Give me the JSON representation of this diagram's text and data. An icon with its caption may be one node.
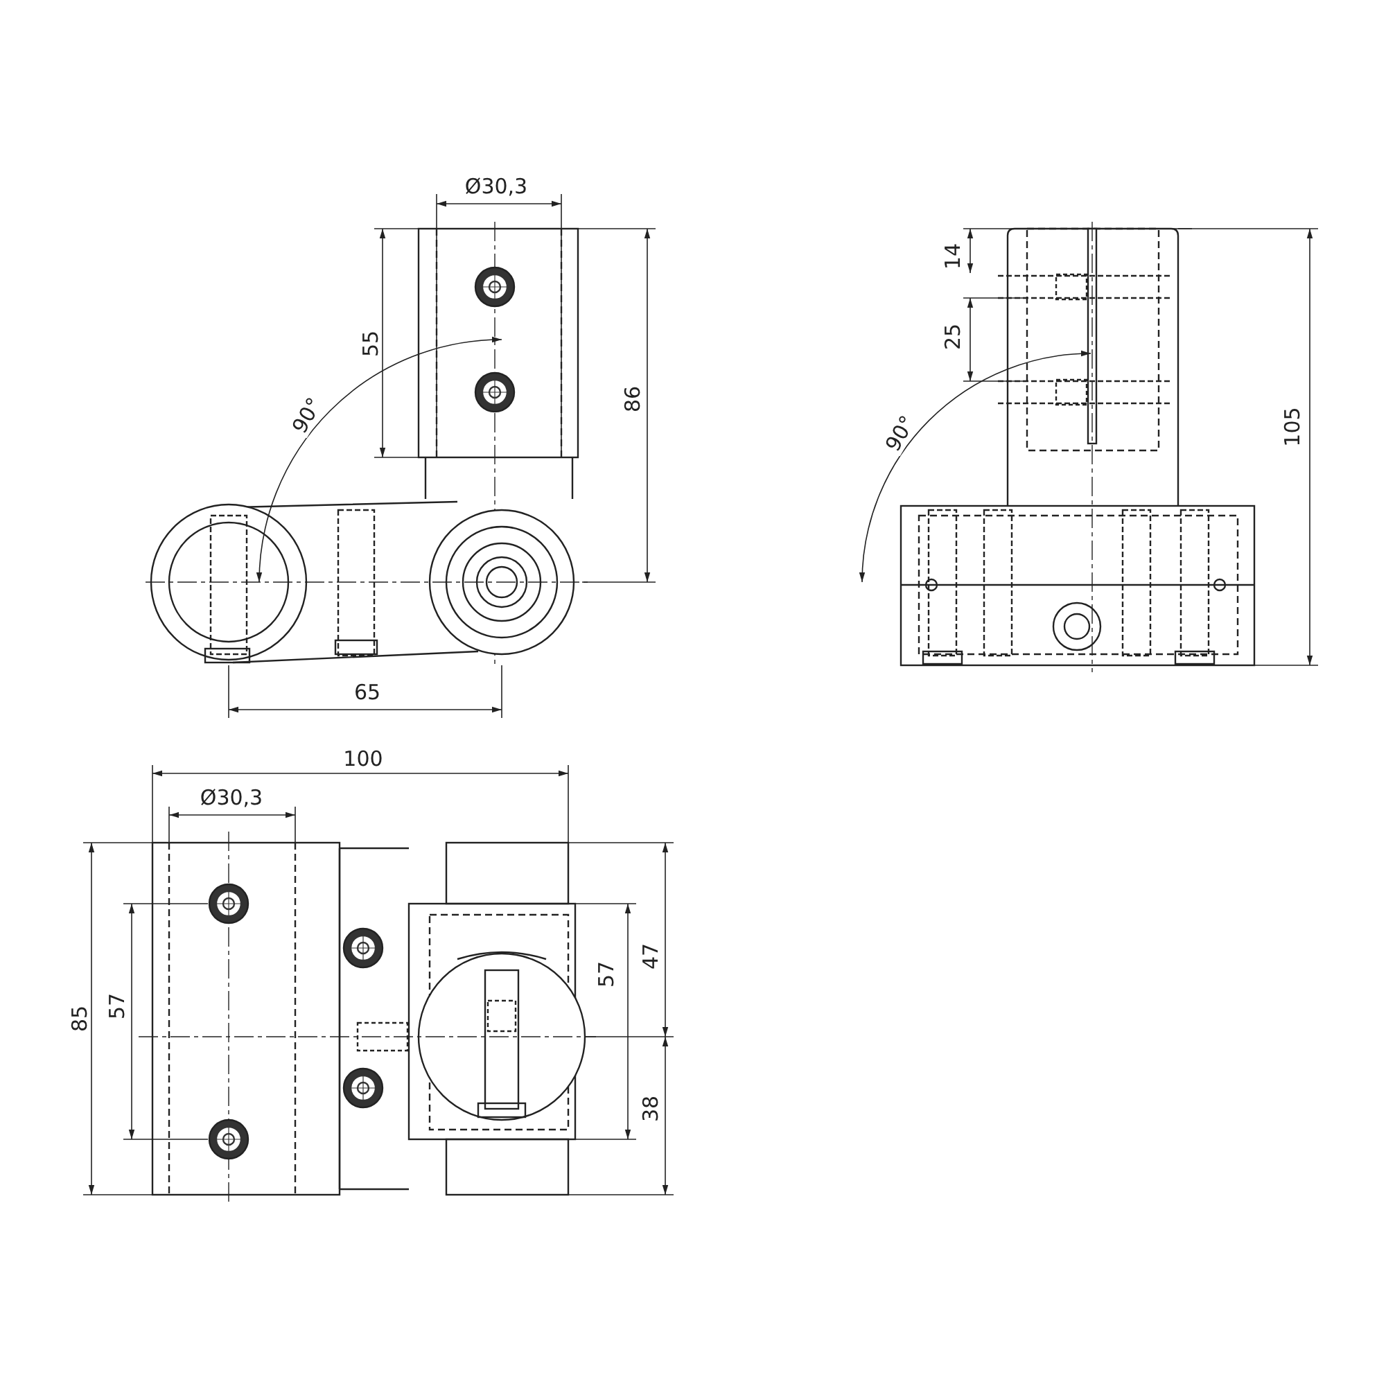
{
  "diagram": {
    "labels": [
      "Ø30,3",
      "14",
      "55",
      "25",
      "90°",
      "86",
      "90°",
      "105",
      "65",
      "100",
      "Ø30,3",
      "85",
      "57",
      "57",
      "47",
      "38"
    ]
  }
}
